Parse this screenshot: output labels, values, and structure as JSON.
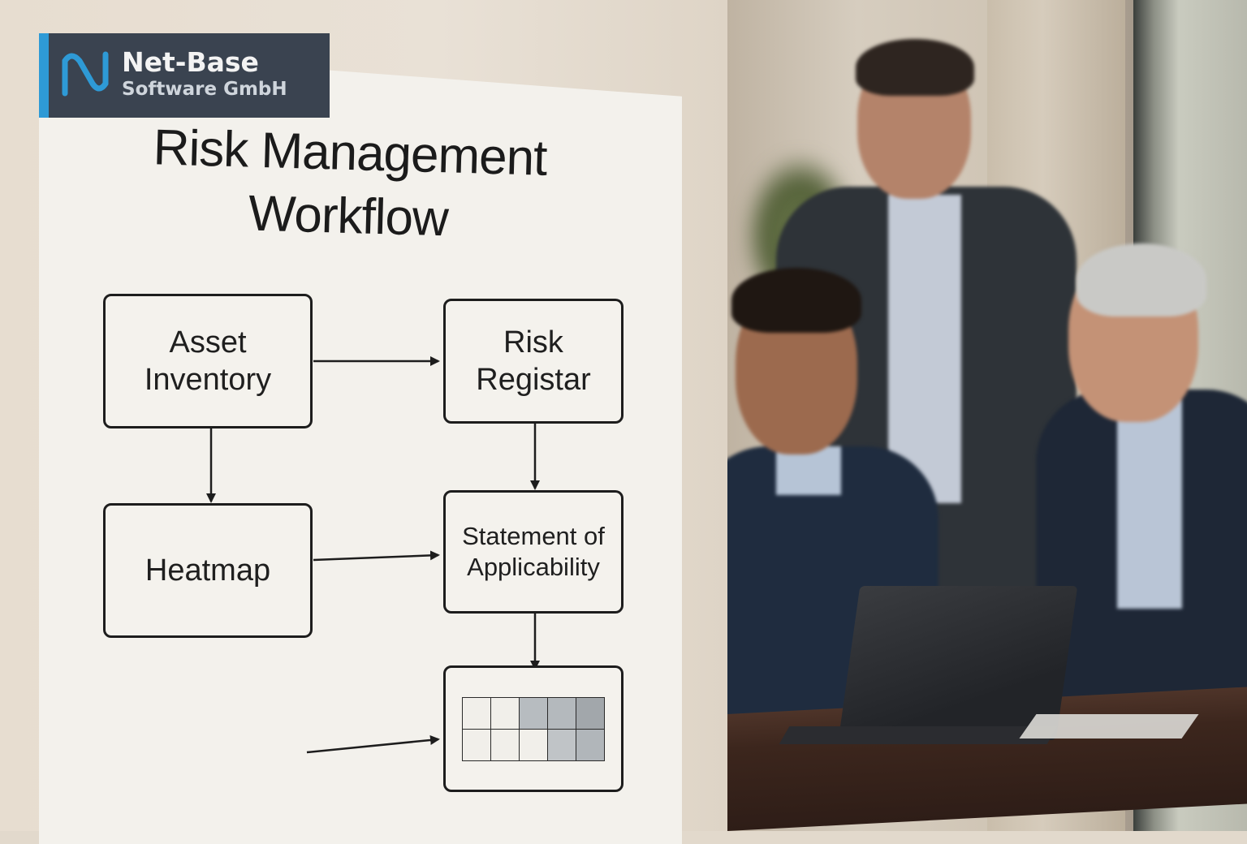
{
  "logo": {
    "name": "Net-Base",
    "subtitle": "Software GmbH",
    "accent": "#2e9ad6"
  },
  "poster": {
    "title_line1": "Risk Management",
    "title_line2": "Workflow",
    "nodes": {
      "asset_inventory": "Asset\nInventory",
      "risk_registar": "Risk\nRegistar",
      "heatmap": "Heatmap",
      "statement": "Statement of\nApplicability"
    }
  }
}
